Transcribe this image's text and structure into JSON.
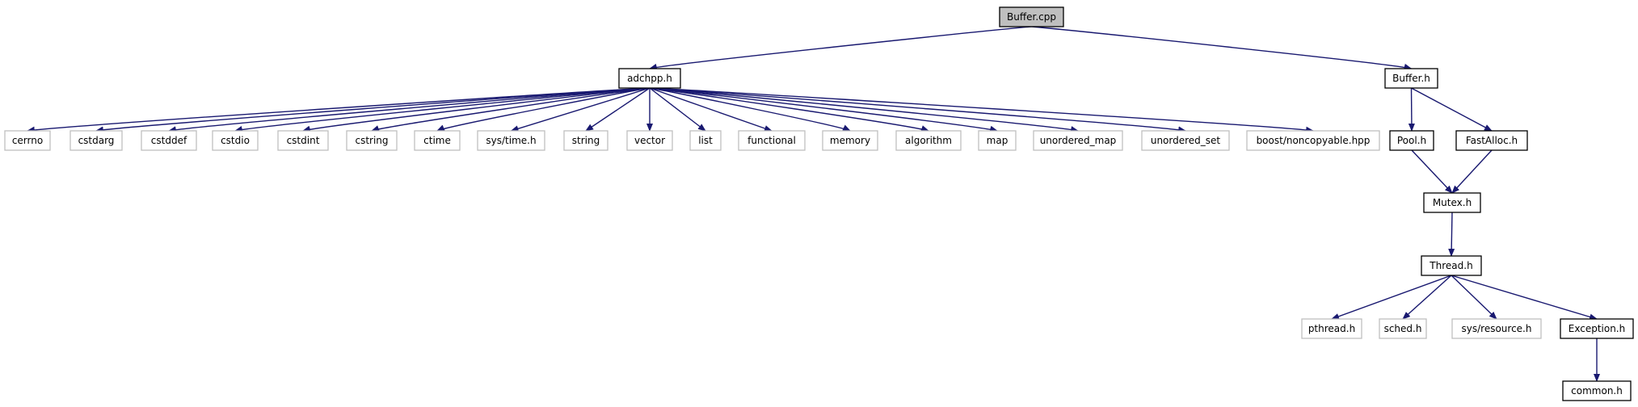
{
  "colors": {
    "edge": "#191970",
    "root_fill": "#bfbfbf",
    "node_border": "#000000",
    "external_border": "#bfbfbf",
    "text": "#000000",
    "background": "#ffffff"
  },
  "nodes": [
    {
      "id": "buffer_cpp",
      "label": "Buffer.cpp",
      "kind": "root"
    },
    {
      "id": "adchpp_h",
      "label": "adchpp.h",
      "kind": "local"
    },
    {
      "id": "buffer_h",
      "label": "Buffer.h",
      "kind": "local"
    },
    {
      "id": "cerrno",
      "label": "cerrno",
      "kind": "external"
    },
    {
      "id": "cstdarg",
      "label": "cstdarg",
      "kind": "external"
    },
    {
      "id": "cstddef",
      "label": "cstddef",
      "kind": "external"
    },
    {
      "id": "cstdio",
      "label": "cstdio",
      "kind": "external"
    },
    {
      "id": "cstdint",
      "label": "cstdint",
      "kind": "external"
    },
    {
      "id": "cstring",
      "label": "cstring",
      "kind": "external"
    },
    {
      "id": "ctime",
      "label": "ctime",
      "kind": "external"
    },
    {
      "id": "sys_time_h",
      "label": "sys/time.h",
      "kind": "external"
    },
    {
      "id": "string",
      "label": "string",
      "kind": "external"
    },
    {
      "id": "vector",
      "label": "vector",
      "kind": "external"
    },
    {
      "id": "list",
      "label": "list",
      "kind": "external"
    },
    {
      "id": "functional",
      "label": "functional",
      "kind": "external"
    },
    {
      "id": "memory",
      "label": "memory",
      "kind": "external"
    },
    {
      "id": "algorithm",
      "label": "algorithm",
      "kind": "external"
    },
    {
      "id": "map",
      "label": "map",
      "kind": "external"
    },
    {
      "id": "unordered_map",
      "label": "unordered_map",
      "kind": "external"
    },
    {
      "id": "unordered_set",
      "label": "unordered_set",
      "kind": "external"
    },
    {
      "id": "boost_noncopyable",
      "label": "boost/noncopyable.hpp",
      "kind": "external"
    },
    {
      "id": "pool_h",
      "label": "Pool.h",
      "kind": "local"
    },
    {
      "id": "fastalloc_h",
      "label": "FastAlloc.h",
      "kind": "local"
    },
    {
      "id": "mutex_h",
      "label": "Mutex.h",
      "kind": "local"
    },
    {
      "id": "thread_h",
      "label": "Thread.h",
      "kind": "local"
    },
    {
      "id": "pthread_h",
      "label": "pthread.h",
      "kind": "external"
    },
    {
      "id": "sched_h",
      "label": "sched.h",
      "kind": "external"
    },
    {
      "id": "sys_resource_h",
      "label": "sys/resource.h",
      "kind": "external"
    },
    {
      "id": "exception_h",
      "label": "Exception.h",
      "kind": "local"
    },
    {
      "id": "common_h",
      "label": "common.h",
      "kind": "local"
    }
  ],
  "edges": [
    [
      "buffer_cpp",
      "adchpp_h"
    ],
    [
      "buffer_cpp",
      "buffer_h"
    ],
    [
      "adchpp_h",
      "cerrno"
    ],
    [
      "adchpp_h",
      "cstdarg"
    ],
    [
      "adchpp_h",
      "cstddef"
    ],
    [
      "adchpp_h",
      "cstdio"
    ],
    [
      "adchpp_h",
      "cstdint"
    ],
    [
      "adchpp_h",
      "cstring"
    ],
    [
      "adchpp_h",
      "ctime"
    ],
    [
      "adchpp_h",
      "sys_time_h"
    ],
    [
      "adchpp_h",
      "string"
    ],
    [
      "adchpp_h",
      "vector"
    ],
    [
      "adchpp_h",
      "list"
    ],
    [
      "adchpp_h",
      "functional"
    ],
    [
      "adchpp_h",
      "memory"
    ],
    [
      "adchpp_h",
      "algorithm"
    ],
    [
      "adchpp_h",
      "map"
    ],
    [
      "adchpp_h",
      "unordered_map"
    ],
    [
      "adchpp_h",
      "unordered_set"
    ],
    [
      "adchpp_h",
      "boost_noncopyable"
    ],
    [
      "buffer_h",
      "pool_h"
    ],
    [
      "buffer_h",
      "fastalloc_h"
    ],
    [
      "pool_h",
      "mutex_h"
    ],
    [
      "fastalloc_h",
      "mutex_h"
    ],
    [
      "mutex_h",
      "thread_h"
    ],
    [
      "thread_h",
      "pthread_h"
    ],
    [
      "thread_h",
      "sched_h"
    ],
    [
      "thread_h",
      "sys_resource_h"
    ],
    [
      "thread_h",
      "exception_h"
    ],
    [
      "exception_h",
      "common_h"
    ]
  ]
}
